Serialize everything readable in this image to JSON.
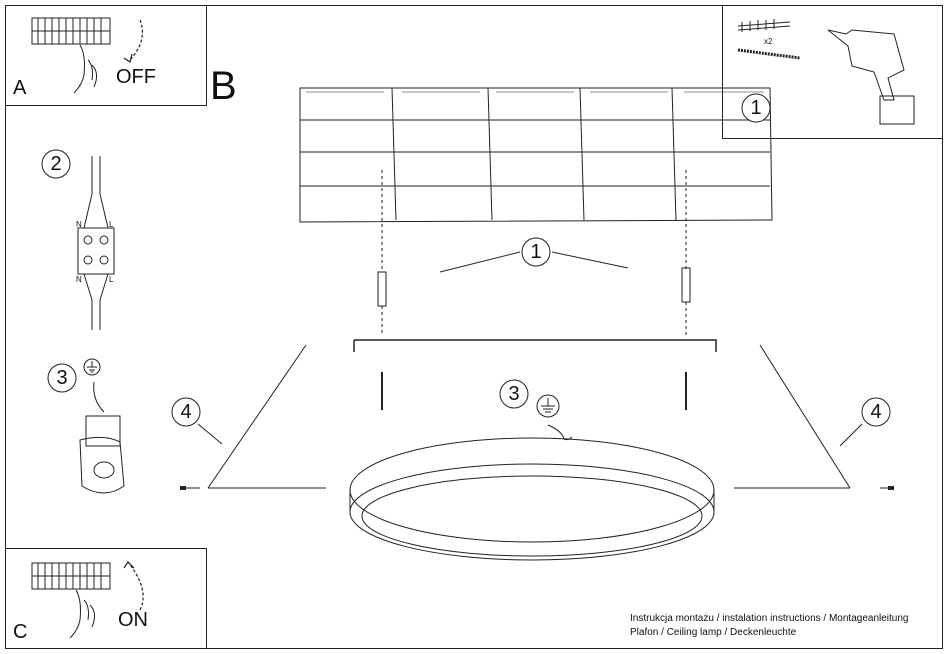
{
  "panels": {
    "a": {
      "letter": "A",
      "action": "OFF"
    },
    "b": {
      "letter": "B"
    },
    "c": {
      "letter": "C",
      "action": "ON"
    }
  },
  "steps": {
    "one": "1",
    "two": "2",
    "three": "3",
    "four": "4"
  },
  "wiring": {
    "n": "N",
    "l": "L"
  },
  "tools": {
    "count": "x2"
  },
  "footer": {
    "line1": "Instrukcja montażu / instalation instructions / Montageanleitung",
    "line2": "Plafon / Ceiling lamp / Deckenleuchte"
  },
  "colors": {
    "line": "#222222",
    "background": "#ffffff"
  }
}
